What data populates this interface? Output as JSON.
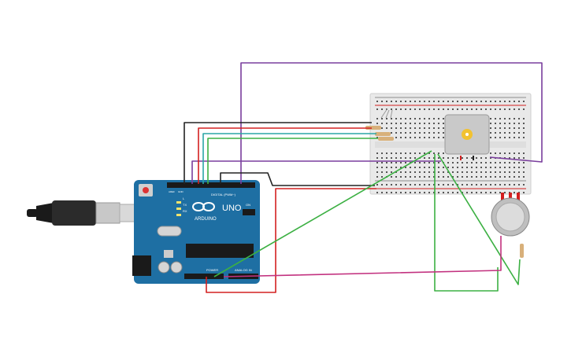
{
  "board": {
    "brand_text": "ARDUINO",
    "model_text": "UNO",
    "digital_label": "DIGITAL (PWM~)",
    "power_label": "POWER",
    "analog_label": "ANALOG IN",
    "tx_label": "TX",
    "rx_label": "RX",
    "l_label": "L",
    "on_label": "ON",
    "aref_label": "AREF",
    "gnd_label": "GND"
  },
  "colors": {
    "board": "#1e6fa3",
    "breadboard": "#e9e9e9",
    "wire_black": "#222222",
    "wire_red": "#d32020",
    "wire_green": "#3cb043",
    "wire_teal": "#2aa6a6",
    "wire_purple": "#7a3e9d",
    "wire_magenta": "#c2317f",
    "motor_shaft": "#f2c230"
  },
  "icons": {
    "usb_cable": "usb-cable-icon",
    "dc_motor": "dc-motor-icon",
    "gas_sensor": "gas-sensor-icon",
    "resistor": "resistor-icon"
  }
}
